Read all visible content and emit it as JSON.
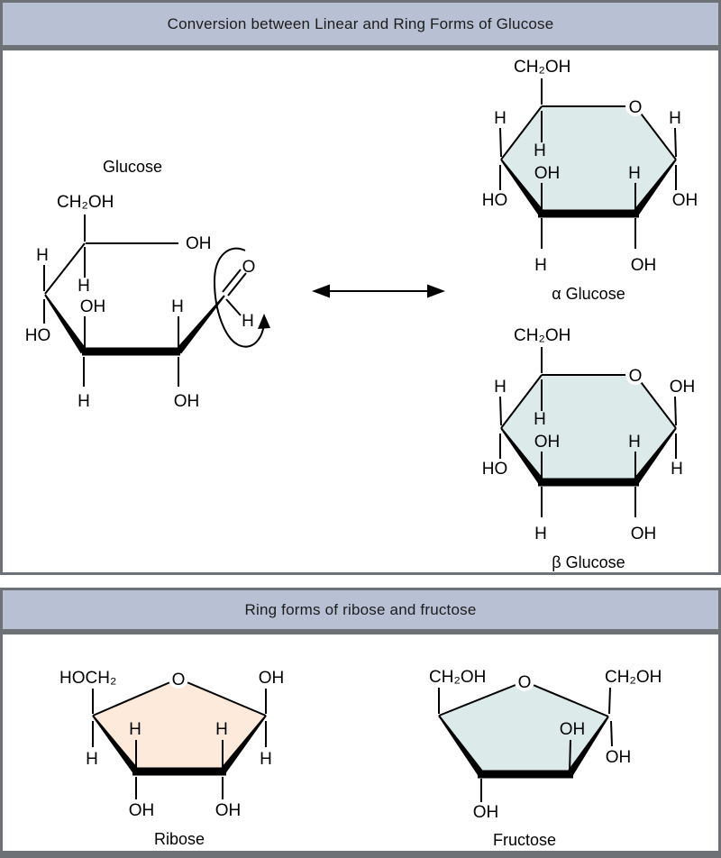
{
  "colors": {
    "header_bg": "#b8c0d3",
    "border": "#6e7277",
    "glucose_fill": "#dceaea",
    "ribose_fill": "#fdeadb",
    "ink": "#000000"
  },
  "header_top": {
    "title": "Conversion between Linear and Ring Forms of Glucose"
  },
  "header_bottom": {
    "title": "Ring forms of ribose and fructose"
  },
  "linear_glucose": {
    "title": "Glucose",
    "ch2oh": "CH₂OH",
    "oh_top_right": "OH",
    "h_outer_left": "H",
    "h_inner_top": "H",
    "oh_inner_left": "OH",
    "ho_outer_left": "HO",
    "h_bottom_left": "H",
    "h_inner_right": "H",
    "oh_bottom_right": "OH",
    "o_carbonyl": "O",
    "h_aldehyde": "H"
  },
  "alpha_glucose": {
    "ch2oh": "CH₂OH",
    "o_ring": "O",
    "h_upper_left": "H",
    "h_upper_right": "H",
    "h_inner_top": "H",
    "oh_inner_left": "OH",
    "h_inner_right": "H",
    "ho_lower_left": "HO",
    "oh_lower_right": "OH",
    "h_bottom_left": "H",
    "oh_bottom_right": "OH",
    "caption": "α Glucose"
  },
  "beta_glucose": {
    "ch2oh": "CH₂OH",
    "o_ring": "O",
    "h_upper_left": "H",
    "oh_upper_right": "OH",
    "h_inner_top": "H",
    "oh_inner_left": "OH",
    "h_inner_right": "H",
    "ho_lower_left": "HO",
    "h_lower_right": "H",
    "h_bottom_left": "H",
    "oh_bottom_right": "OH",
    "caption": "β Glucose"
  },
  "ribose": {
    "hoch2": "HOCH₂",
    "o_ring": "O",
    "oh_upper_right": "OH",
    "h_lower_left": "H",
    "h_lower_right": "H",
    "h_inner_left": "H",
    "h_inner_right": "H",
    "oh_bottom_left": "OH",
    "oh_bottom_right": "OH",
    "caption": "Ribose"
  },
  "fructose": {
    "ch2oh_left": "CH₂OH",
    "o_ring": "O",
    "ch2oh_right": "CH₂OH",
    "oh_right": "OH",
    "oh_inner": "OH",
    "oh_bottom_left": "OH",
    "caption": "Fructose"
  }
}
